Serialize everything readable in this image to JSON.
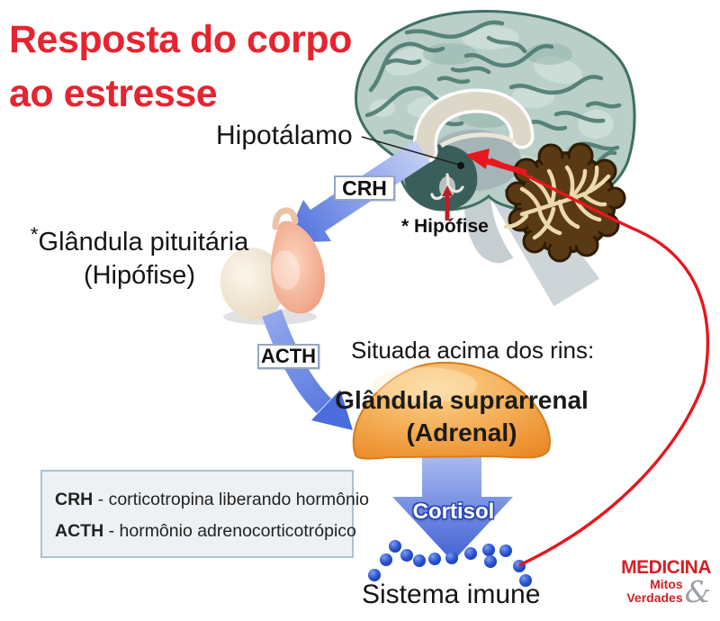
{
  "title": {
    "line1": "Resposta do corpo",
    "line2": "ao estresse"
  },
  "brain": {
    "hypothalamus_label": "Hipotálamo",
    "pituitary_pointer_label": "* Hipófise"
  },
  "pituitary": {
    "asterisk": "*",
    "name": "Glândula pituitária",
    "alt_name": "(Hipófise)"
  },
  "hormone_boxes": {
    "crh": "CRH",
    "acth": "ACTH"
  },
  "adrenal": {
    "location_note": "Situada acima dos rins:",
    "name": "Glândula suprarrenal",
    "alt_name": "(Adrenal)"
  },
  "cortisol_label": "Cortisol",
  "immune_label": "Sistema imune",
  "legend": {
    "items": [
      {
        "term": "CRH",
        "definition": "- corticotropina liberando hormônio"
      },
      {
        "term": "ACTH",
        "definition": "- hormônio adrenocorticotrópico"
      }
    ]
  },
  "logo": {
    "line1": "MEDICINA",
    "line2": "Mitos",
    "line3": "Verdades",
    "ampersand": "&"
  },
  "illustrations": {
    "brain": "sagittal-brain",
    "pituitary": "pituitary-gland",
    "adrenal": "adrenal-gland",
    "immune_dots": "immune-cell-dots"
  },
  "colors": {
    "title_red": "#e62430",
    "label_black": "#151515",
    "hormone_arrow_blue": "#5b7de0",
    "cortisol_text_outline": "#2a48b8",
    "immune_dot_blue": "#2451cc",
    "feedback_red": "#e8161d",
    "adrenal_orange": "#f0993c",
    "brain_sage": "#b9cfc8",
    "brain_gyri_teal": "#4c7a71",
    "hypothalamus_teal": "#3a5f5b",
    "cerebellum_brown": "#5a3a14",
    "cerebellum_branches": "#ecd9ad",
    "legend_bg": "#eef1f3",
    "legend_border": "#a9c3d4",
    "logo_red": "#d42027",
    "logo_gray": "#9aa0a6"
  }
}
